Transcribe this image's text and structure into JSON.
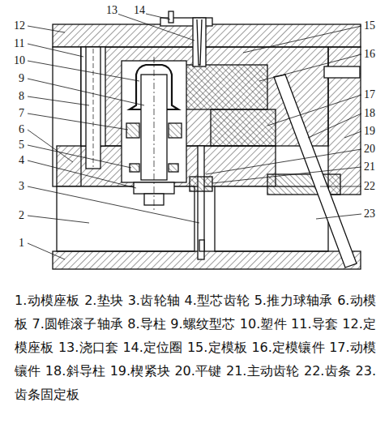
{
  "diagram": {
    "caption": "1.动模座板 2.垫块 3.齿轮轴 4.型芯齿轮 5.推力球轴承 6.动模板 7.圆锥滚子轴承 8.导柱 9.螺纹型芯 10.塑件 11.导套 12.定模座板 13.浇口套 14.定位圈 15.定模板 16.定模镶件 17.动模镶件 18.斜导柱 19.楔紧块 20.平键 21.主动齿轮 22.齿条 23.齿条固定板",
    "labels": [
      "1",
      "2",
      "3",
      "4",
      "5",
      "6",
      "7",
      "8",
      "9",
      "10",
      "11",
      "12",
      "13",
      "14",
      "15",
      "16",
      "17",
      "18",
      "19",
      "20",
      "21",
      "22",
      "23"
    ]
  }
}
